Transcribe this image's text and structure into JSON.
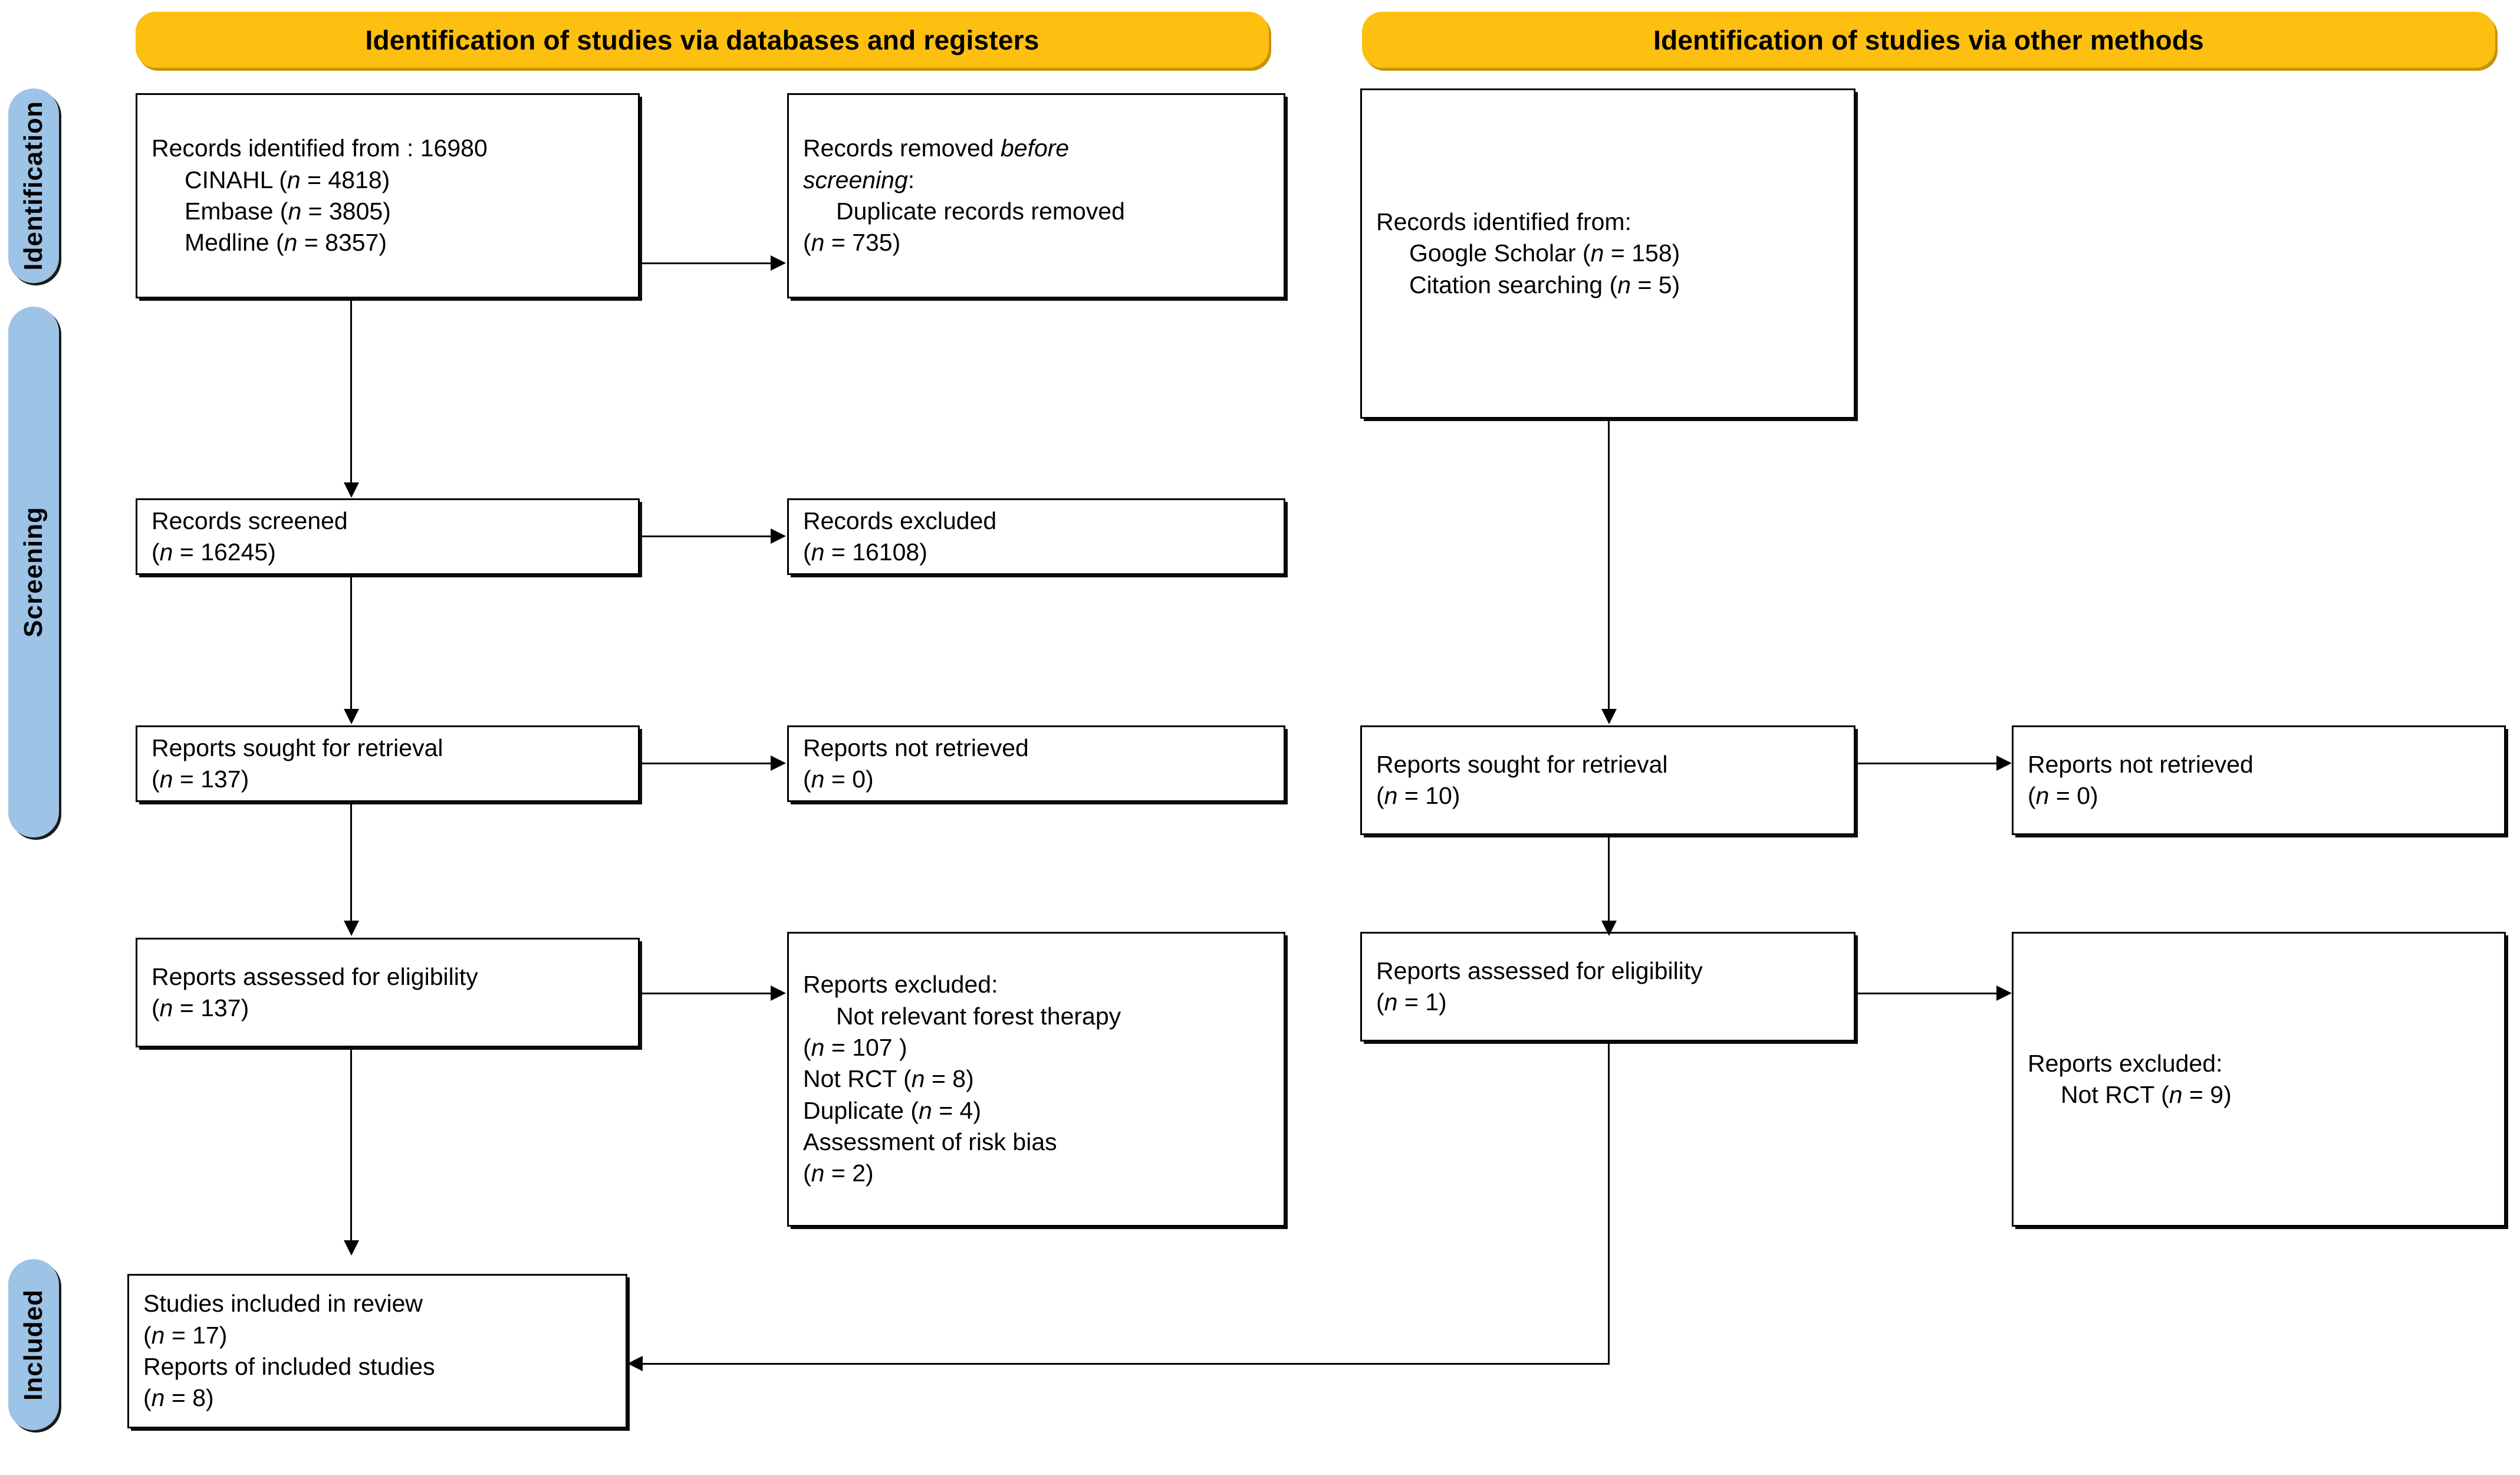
{
  "headers": [
    {
      "id": "databases",
      "label": "Identification of studies via databases and registers"
    },
    {
      "id": "other",
      "label": "Identification of studies via other methods"
    }
  ],
  "stages": [
    {
      "id": "identification",
      "label": "Identification"
    },
    {
      "id": "screening",
      "label": "Screening"
    },
    {
      "id": "included",
      "label": "Included"
    }
  ],
  "colors": {
    "header_fill": "#FDBF10",
    "header_shadow": "#C8920A",
    "stage_fill": "#9DC3E6",
    "box_border": "#000000",
    "page_background": "#FFFFFF"
  },
  "boxes": {
    "records_identified": {
      "lines": [
        {
          "text": "Records identified from : 16980",
          "indent": false
        },
        {
          "text": "CINAHL (n = 4818)",
          "indent": true
        },
        {
          "text": "Embase (n = 3805)",
          "indent": true
        },
        {
          "text": "Medline (n = 8357)",
          "indent": true
        }
      ]
    },
    "records_removed": {
      "lines": [
        {
          "text": "Records removed before",
          "indent": false
        },
        {
          "text": "screening:",
          "indent": false
        },
        {
          "text": "Duplicate records removed",
          "indent": true
        },
        {
          "text": "(n = 735)",
          "indent": false
        }
      ]
    },
    "records_screened": {
      "lines": [
        {
          "text": "Records screened",
          "indent": false
        },
        {
          "text": "(n = 16245)",
          "indent": false
        }
      ]
    },
    "records_excluded": {
      "lines": [
        {
          "text": "Records excluded",
          "indent": false
        },
        {
          "text": "(n = 16108)",
          "indent": false
        }
      ]
    },
    "reports_sought_left": {
      "lines": [
        {
          "text": "Reports sought for retrieval",
          "indent": false
        },
        {
          "text": "(n = 137)",
          "indent": false
        }
      ]
    },
    "reports_not_retrieved_left": {
      "lines": [
        {
          "text": "Reports not retrieved",
          "indent": false
        },
        {
          "text": "(n = 0)",
          "indent": false
        }
      ]
    },
    "reports_assessed_left": {
      "lines": [
        {
          "text": "Reports assessed for eligibility",
          "indent": false
        },
        {
          "text": "(n = 137)",
          "indent": false
        }
      ]
    },
    "reports_excluded_left": {
      "lines": [
        {
          "text": "Reports excluded:",
          "indent": false
        },
        {
          "text": "Not relevant forest therapy",
          "indent": true
        },
        {
          "text": "(n = 107 )",
          "indent": false
        },
        {
          "text": "Not RCT (n = 8)",
          "indent": false
        },
        {
          "text": "Duplicate (n = 4)",
          "indent": false
        },
        {
          "text": "Assessment of risk bias",
          "indent": false
        },
        {
          "text": "(n = 2)",
          "indent": false
        }
      ]
    },
    "studies_included": {
      "lines": [
        {
          "text": "Studies included in review",
          "indent": false
        },
        {
          "text": "(n = 17)",
          "indent": false
        },
        {
          "text": "Reports of included studies",
          "indent": false
        },
        {
          "text": "(n = 8)",
          "indent": false
        }
      ]
    },
    "records_identified_other": {
      "lines": [
        {
          "text": "Records identified from:",
          "indent": false
        },
        {
          "text": "Google Scholar (n = 158)",
          "indent": true
        },
        {
          "text": "Citation searching (n = 5)",
          "indent": true
        }
      ]
    },
    "reports_sought_right": {
      "lines": [
        {
          "text": "Reports sought for retrieval",
          "indent": false
        },
        {
          "text": "(n = 10)",
          "indent": false
        }
      ]
    },
    "reports_not_retrieved_right": {
      "lines": [
        {
          "text": "Reports not retrieved",
          "indent": false
        },
        {
          "text": "(n = 0)",
          "indent": false
        }
      ]
    },
    "reports_assessed_right": {
      "lines": [
        {
          "text": "Reports assessed for eligibility",
          "indent": false
        },
        {
          "text": "(n = 1)",
          "indent": false
        }
      ]
    },
    "reports_excluded_right": {
      "lines": [
        {
          "text": "Reports excluded:",
          "indent": false
        },
        {
          "text": "Not RCT (n = 9)",
          "indent": true
        }
      ]
    }
  }
}
